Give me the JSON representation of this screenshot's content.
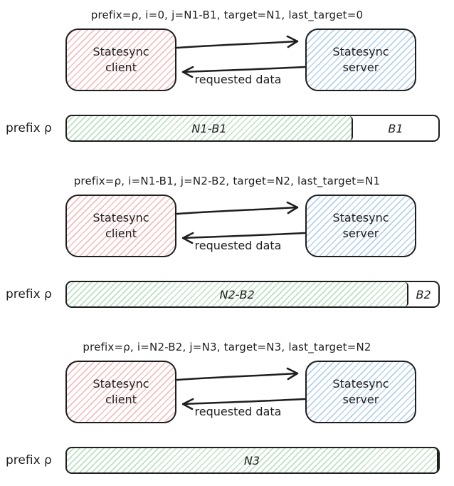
{
  "colors": {
    "stroke": "#1e1e1e",
    "client_hatch": "#e03131",
    "server_hatch": "#1971c2",
    "bar_hatch": "#2f9e44"
  },
  "sections": [
    {
      "caption": "prefix=ρ, i=0, j=N1-B1, target=N1, last_target=0",
      "client": {
        "line1": "Statesync",
        "line2": "client"
      },
      "server": {
        "line1": "Statesync",
        "line2": "server"
      },
      "arrow_label": "requested data",
      "prefix_label": "prefix ρ",
      "bar": {
        "filled_label": "N1-B1",
        "filled_width": "77%",
        "remainder_label": "B1"
      }
    },
    {
      "caption": "prefix=ρ, i=N1-B1, j=N2-B2, target=N2, last_target=N1",
      "client": {
        "line1": "Statesync",
        "line2": "client"
      },
      "server": {
        "line1": "Statesync",
        "line2": "server"
      },
      "arrow_label": "requested data",
      "prefix_label": "prefix ρ",
      "bar": {
        "filled_label": "N2-B2",
        "filled_width": "92%",
        "remainder_label": "B2"
      }
    },
    {
      "caption": "prefix=ρ, i=N2-B2, j=N3, target=N3, last_target=N2",
      "client": {
        "line1": "Statesync",
        "line2": "client"
      },
      "server": {
        "line1": "Statesync",
        "line2": "server"
      },
      "arrow_label": "requested data",
      "prefix_label": "prefix ρ",
      "bar": {
        "filled_label": "N3",
        "filled_width": "100%",
        "remainder_label": ""
      }
    }
  ]
}
